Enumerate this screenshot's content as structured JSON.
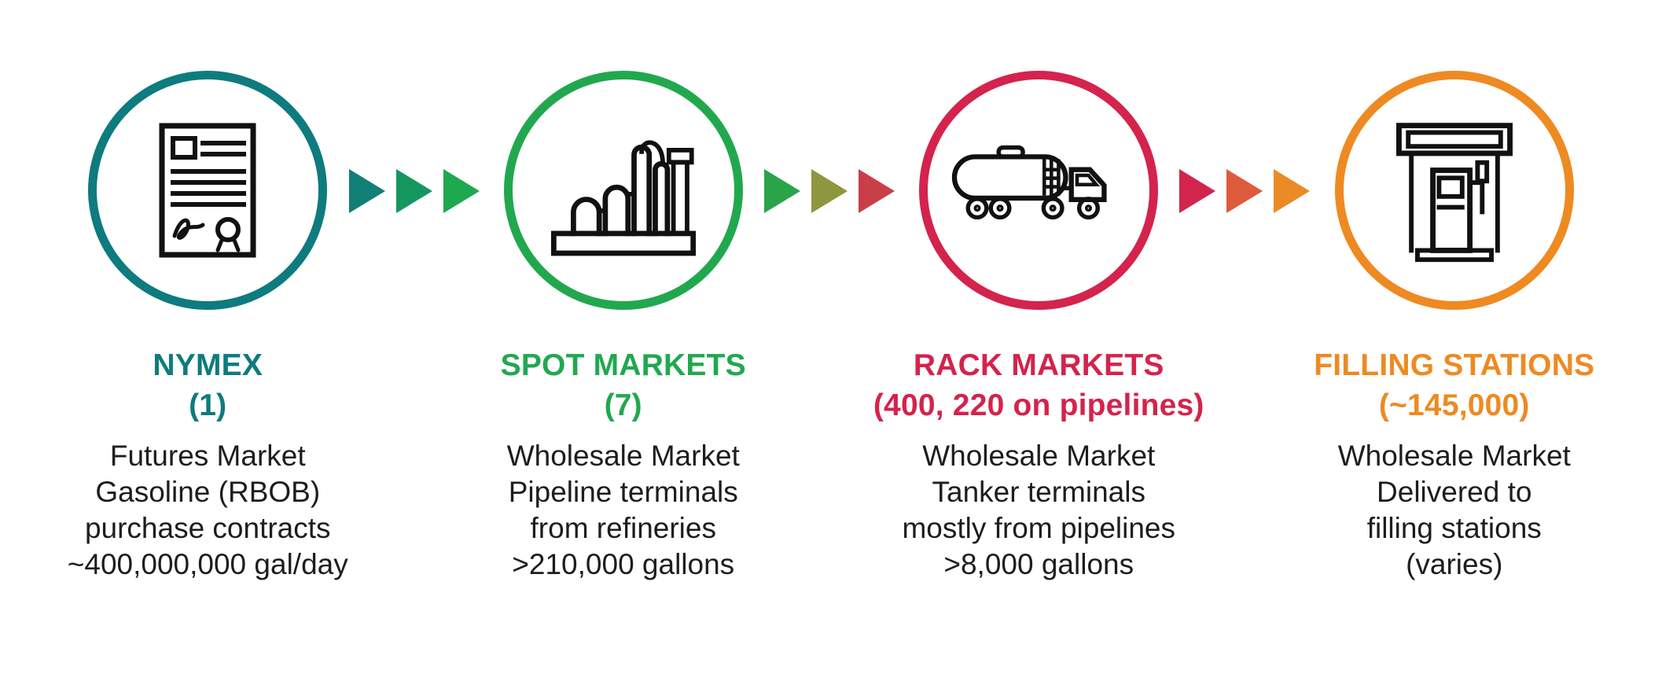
{
  "diagram": {
    "stages": [
      {
        "id": "nymex",
        "title": "NYMEX",
        "subtitle": "(1)",
        "color": "#0e7b7e",
        "icon": "contract-icon",
        "lines": [
          "Futures Market",
          "Gasoline (RBOB)",
          "purchase contracts",
          "~400,000,000 gal/day"
        ]
      },
      {
        "id": "spot-markets",
        "title": "SPOT MARKETS",
        "subtitle": "(7)",
        "color": "#21a84f",
        "icon": "refinery-icon",
        "lines": [
          "Wholesale Market",
          "Pipeline terminals",
          "from refineries",
          ">210,000 gallons"
        ]
      },
      {
        "id": "rack-markets",
        "title": "RACK MARKETS",
        "subtitle": "(400, 220 on pipelines)",
        "color": "#d4234c",
        "icon": "tanker-truck-icon",
        "lines": [
          "Wholesale Market",
          "Tanker terminals",
          "mostly from pipelines",
          ">8,000 gallons"
        ]
      },
      {
        "id": "filling-stations",
        "title": "FILLING STATIONS",
        "subtitle": "(~145,000)",
        "color": "#ee8a21",
        "icon": "fuel-pump-icon",
        "lines": [
          "Wholesale Market",
          "Delivered to",
          "filling stations",
          "(varies)"
        ]
      }
    ],
    "arrows": [
      {
        "colors": [
          "#117f76",
          "#169760",
          "#1ea84f"
        ]
      },
      {
        "colors": [
          "#2aa44b",
          "#8e9640",
          "#c93f49"
        ]
      },
      {
        "colors": [
          "#d2254d",
          "#dd5b3b",
          "#eb8b25"
        ]
      }
    ],
    "text_color": "#1d1d1b",
    "icon_color": "#111111"
  }
}
